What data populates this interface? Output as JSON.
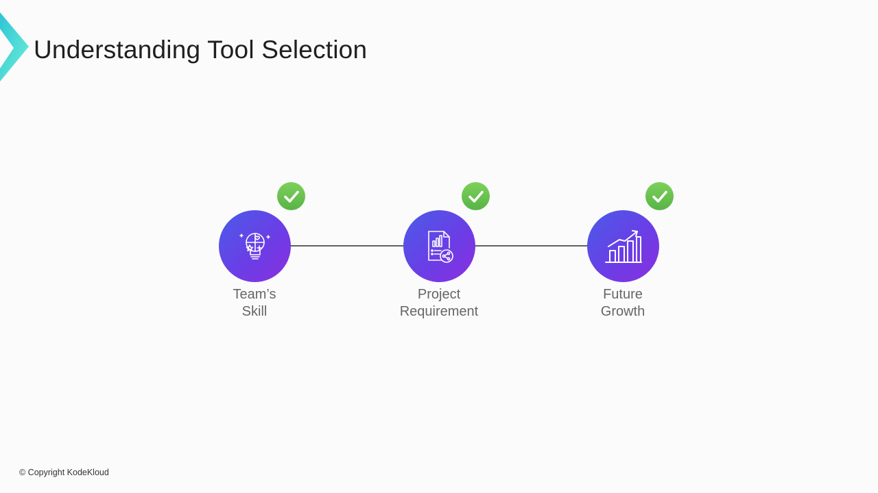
{
  "slide": {
    "title": "Understanding Tool Selection",
    "footer": "© Copyright KodeKloud"
  },
  "steps": [
    {
      "line1": "Team’s",
      "line2": "Skill",
      "icon": "lightbulb-puzzle-icon",
      "status_icon": "check-icon"
    },
    {
      "line1": "Project",
      "line2": "Requirement",
      "icon": "report-share-icon",
      "status_icon": "check-icon"
    },
    {
      "line1": "Future",
      "line2": "Growth",
      "icon": "growth-chart-icon",
      "status_icon": "check-icon"
    }
  ],
  "colors": {
    "circle_start": "#4a5ce8",
    "circle_end": "#8a2fe0",
    "check": "#6cc24f",
    "brand_teal": "#3fd3c8",
    "connector": "#5f5f5f"
  }
}
